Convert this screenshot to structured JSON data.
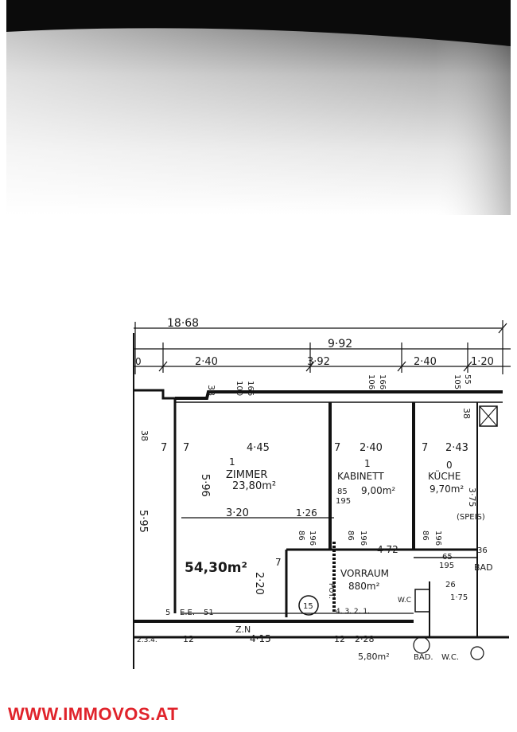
{
  "dimensions": {
    "overall": "18·68",
    "right_block": "9·92",
    "seg_0": "0",
    "seg_1": "2·40",
    "seg_2": "3·92",
    "seg_3": "2·40",
    "seg_4": "1·20",
    "wall_38a": "38",
    "wall_100": "100",
    "wall_166a": "166",
    "wall_106a": "106",
    "wall_166b": "166",
    "wall_105": "105",
    "wall_55": "55",
    "wall_38b": "38",
    "wall_38c": "38",
    "left_depth": "5·95",
    "zimmer_depth": "5·96",
    "row_7a": "7",
    "row_7b": "7",
    "row_445": "4·45",
    "row_7c": "7",
    "row_240": "2·40",
    "row_7d": "7",
    "row_243": "2·43",
    "inner_320": "3·20",
    "inner_126": "1·26",
    "inner_472": "4·72",
    "inner_220": "2·20",
    "inner_7": "7",
    "door_85": "85",
    "door_195": "195",
    "door_86a": "86",
    "door_196a": "196",
    "door_86b": "86",
    "door_196b": "196",
    "door_86c": "86",
    "door_196c": "196",
    "kueche_375": "3·75",
    "val_65": "65",
    "val_195": "195",
    "val_36": "36",
    "val_26": "26",
    "val_175": "1·75",
    "val_5": "5",
    "ee": "E.E.",
    "val_51": "51",
    "zn": "Z.N",
    "val_415": "4·15",
    "val_12a": "12",
    "val_12b": "12",
    "val_228": "2·28",
    "scale_left": "2.3.4.",
    "stairs": "4. 3. 2. 1.",
    "pot": "POT.",
    "val_580": "5,80m²",
    "bad_lower": "BAD.",
    "wc_lower": "W.C.",
    "val_15": "15"
  },
  "rooms": {
    "zimmer": {
      "number": "1",
      "name": "ZIMMER",
      "area": "23,80m²"
    },
    "kabinett": {
      "number": "1",
      "name": "KABINETT",
      "area": "9,00m²"
    },
    "kueche": {
      "number": "0",
      "name": "KÜCHE",
      "area": "9,70m²"
    },
    "vorraum": {
      "name": "VORRAUM",
      "area": "880m²"
    },
    "spess": "(SPEIS)",
    "bad": "BAD",
    "wc": "W.C"
  },
  "total_area": "54,30m²",
  "watermark": "WWW.IMMOVOS.AT",
  "colors": {
    "watermark": "#e0232b",
    "ink": "#111111"
  }
}
